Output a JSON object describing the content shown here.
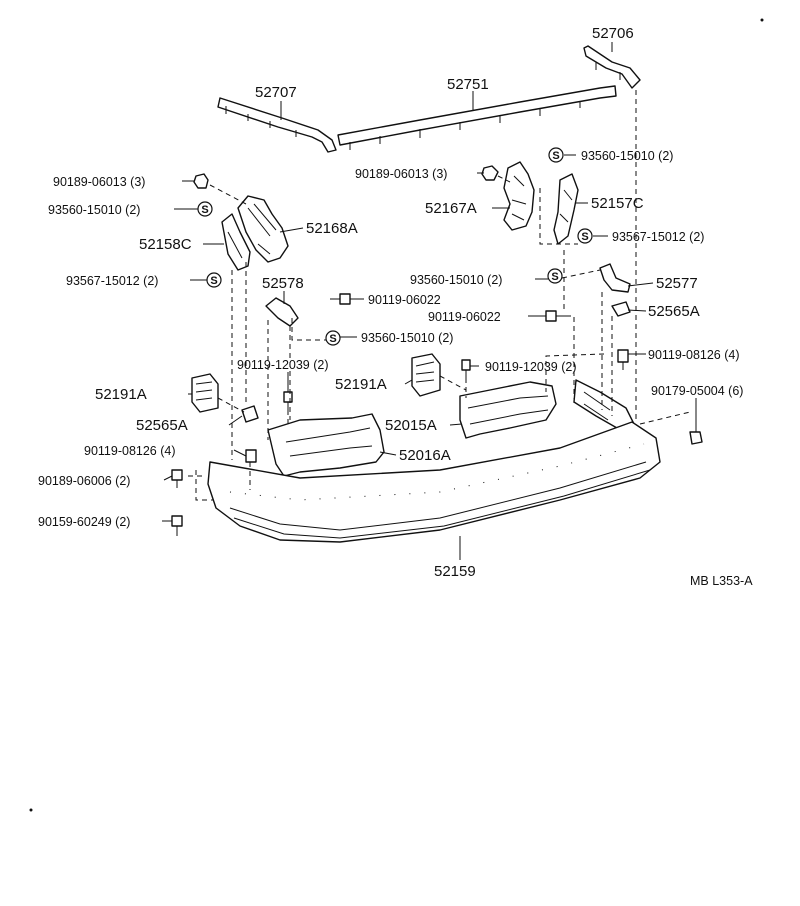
{
  "diagram_code": "MB L353-A",
  "symbol": "S",
  "labels": {
    "p52706": "52706",
    "p52751": "52751",
    "p52707": "52707",
    "p90189_06013_l": "90189-06013 (3)",
    "p90189_06013_r": "90189-06013 (3)",
    "p93560_15010_tr": "93560-15010 (2)",
    "p93560_15010_l": "93560-15010 (2)",
    "p52168A": "52168A",
    "p52167A": "52167A",
    "p52157C": "52157C",
    "p52158C": "52158C",
    "p93567_15012_r": "93567-15012 (2)",
    "p93567_15012_l": "93567-15012 (2)",
    "p93560_15010_m": "93560-15010 (2)",
    "p52578": "52578",
    "p52577": "52577",
    "p90119_06022_l": "90119-06022",
    "p90119_06022_r": "90119-06022",
    "p52565A_r": "52565A",
    "p93560_15010_c": "93560-15010 (2)",
    "p90119_08126_r": "90119-08126 (4)",
    "p90119_12039_l": "90119-12039 (2)",
    "p90119_12039_r": "90119-12039 (2)",
    "p52191A_l": "52191A",
    "p52191A_r": "52191A",
    "p90179_05004": "90179-05004 (6)",
    "p52565A_l": "52565A",
    "p52015A": "52015A",
    "p90119_08126_l": "90119-08126 (4)",
    "p52016A": "52016A",
    "p90189_06006": "90189-06006 (2)",
    "p90159_60249": "90159-60249 (2)",
    "p52159": "52159"
  }
}
